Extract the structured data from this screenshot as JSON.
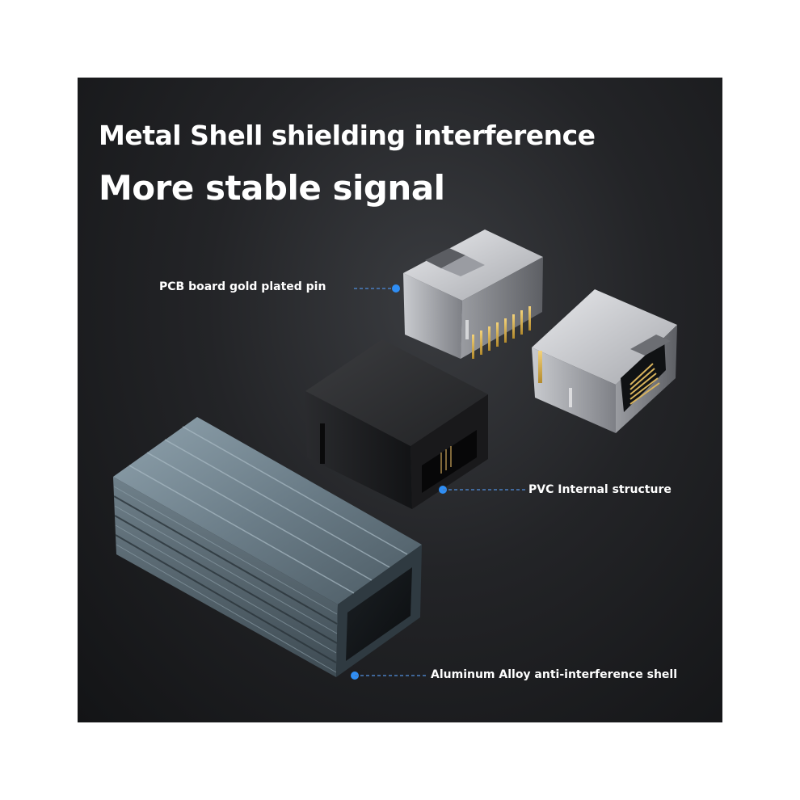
{
  "headline": {
    "line1": "Metal Shell shielding interference",
    "line2": "More stable signal"
  },
  "callouts": {
    "pcb_pin": "PCB board gold plated pin",
    "pvc_structure": "PVC Internal structure",
    "aluminum_shell": "Aluminum Alloy anti-interference shell"
  },
  "colors": {
    "background": "#1c1d20",
    "text": "#ffffff",
    "callout_dot": "#2f8ef5",
    "callout_line": "#4a7fc1"
  }
}
